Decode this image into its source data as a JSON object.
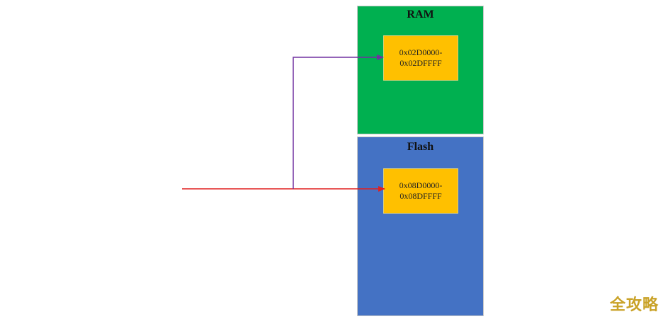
{
  "colors": {
    "ram_fill": "#00b050",
    "flash_fill": "#4472c4",
    "region_fill": "#ffc000",
    "red_arrow": "#e02020",
    "purple_arrow": "#7030a0"
  },
  "ram": {
    "title": "RAM",
    "region_line1": "0x02D0000-",
    "region_line2": "0x02DFFFF"
  },
  "flash": {
    "title": "Flash",
    "region_line1": "0x08D0000-",
    "region_line2": "0x08DFFFF"
  },
  "watermark": "全攻略"
}
